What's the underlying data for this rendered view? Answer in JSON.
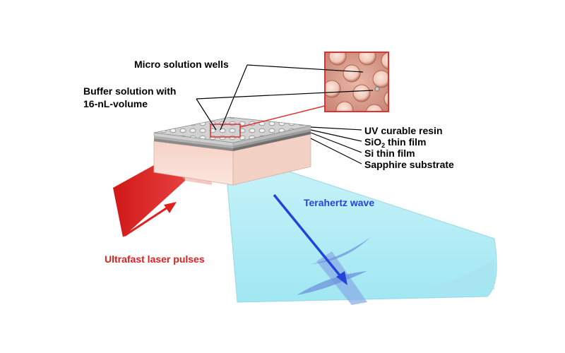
{
  "labels": {
    "micro_wells": "Micro solution wells",
    "buffer_line1": "Buffer solution with",
    "buffer_line2": "16-nL-volume",
    "uv_resin": "UV curable resin",
    "sio2_main": "SiO",
    "sio2_sub": "2",
    "sio2_rest": " thin film",
    "si_film": "Si thin film",
    "sapphire": "Sapphire substrate",
    "terahertz": "Terahertz wave",
    "laser": "Ultrafast laser pulses"
  },
  "colors": {
    "laser": "#e02020",
    "terahertz": "#2244dd",
    "inset_border": "#e03030",
    "leader": "#000000"
  },
  "icons": {
    "laser_arrow": "arrow-up-right-icon",
    "terahertz_arrow": "arrow-down-right-icon"
  }
}
